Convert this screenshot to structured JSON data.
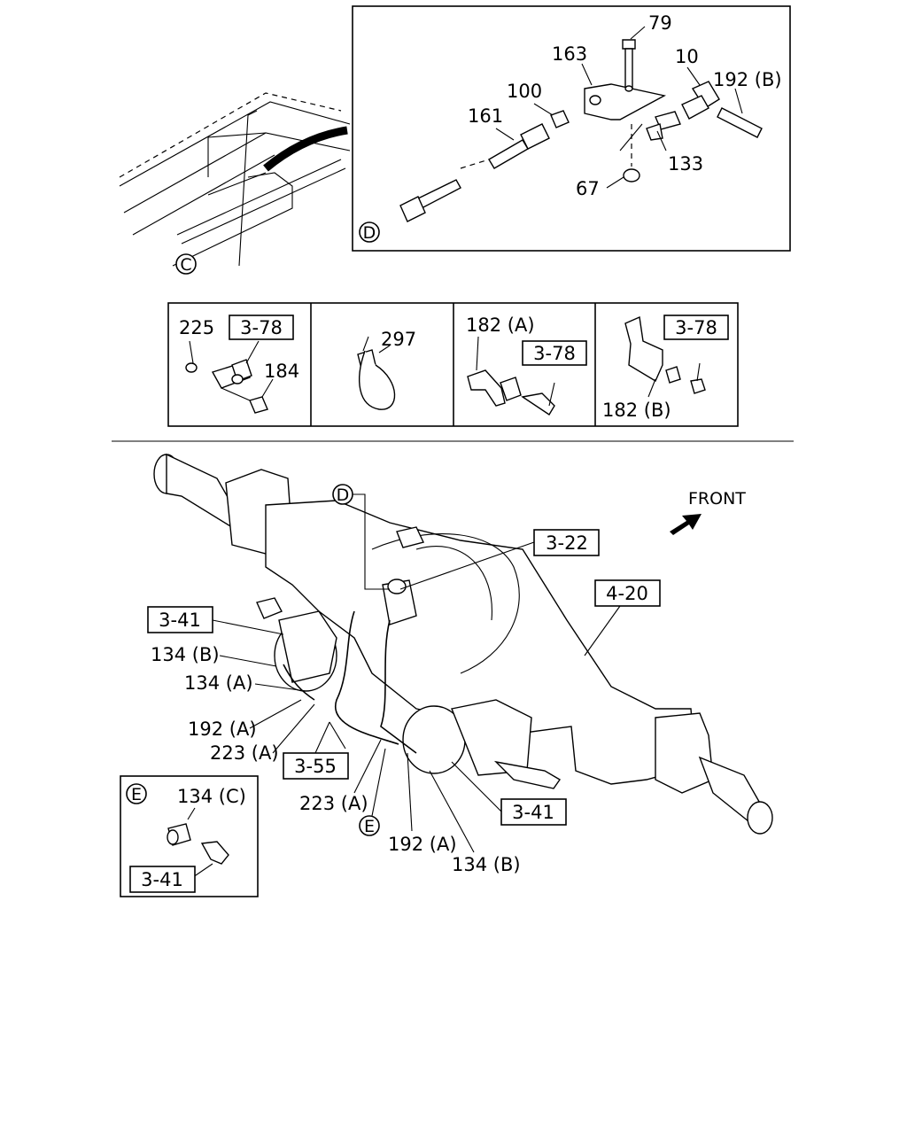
{
  "callouts": {
    "c79": "79",
    "c163": "163",
    "c10": "10",
    "c192b": "192 (B)",
    "c100": "100",
    "c161": "161",
    "c133": "133",
    "c67": "67",
    "c225": "225",
    "c184": "184",
    "c297": "297",
    "c182a": "182 (A)",
    "c182b": "182 (B)",
    "c134b_1": "134 (B)",
    "c134a": "134 (A)",
    "c192a_1": "192 (A)",
    "c223a_1": "223 (A)",
    "c223a_2": "223 (A)",
    "c192a_2": "192 (A)",
    "c134b_2": "134 (B)",
    "c134c": "134 (C)"
  },
  "refs": {
    "r378_1": "3-78",
    "r378_2": "3-78",
    "r378_3": "3-78",
    "r322": "3-22",
    "r420": "4-20",
    "r341_1": "3-41",
    "r355": "3-55",
    "r341_2": "3-41",
    "r341_3": "3-41"
  },
  "markers": {
    "d_detail": "D",
    "c_top": "C",
    "d_main": "D",
    "e_main": "E",
    "e_detail": "E"
  },
  "front_label": "FRONT"
}
